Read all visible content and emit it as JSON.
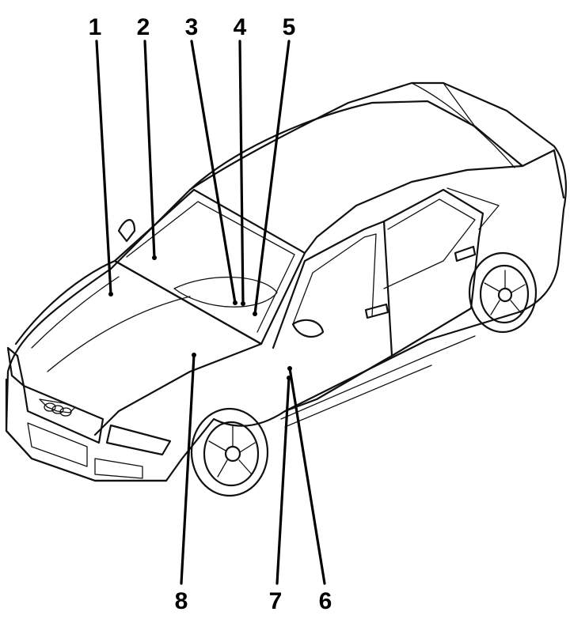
{
  "figure": {
    "callouts": [
      {
        "id": "1",
        "label": "1",
        "location": "top"
      },
      {
        "id": "2",
        "label": "2",
        "location": "top"
      },
      {
        "id": "3",
        "label": "3",
        "location": "top"
      },
      {
        "id": "4",
        "label": "4",
        "location": "top"
      },
      {
        "id": "5",
        "label": "5",
        "location": "top"
      },
      {
        "id": "6",
        "label": "6",
        "location": "bottom"
      },
      {
        "id": "7",
        "label": "7",
        "location": "bottom"
      },
      {
        "id": "8",
        "label": "8",
        "location": "bottom"
      }
    ],
    "colors": {
      "line": "#111111",
      "background": "#ffffff"
    }
  }
}
